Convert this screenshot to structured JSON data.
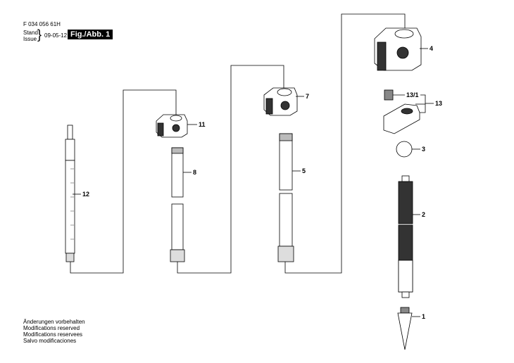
{
  "header": {
    "part_number": "F 034 056 61H",
    "stand_label": "Stand",
    "issue_label": "Issue",
    "date": "09-05-12",
    "figure": "Fig./Abb. 1"
  },
  "footer": {
    "notes": [
      "Änderungen vorbehalten",
      "Modifications reserved",
      "Modifications reservees",
      "Salvo modificaciones"
    ]
  },
  "callouts": {
    "c12": "12",
    "c11": "11",
    "c8": "8",
    "c7": "7",
    "c5": "5",
    "c4": "4",
    "c13_1": "13/1",
    "c13": "13",
    "c3": "3",
    "c2": "2",
    "c1": "1"
  }
}
